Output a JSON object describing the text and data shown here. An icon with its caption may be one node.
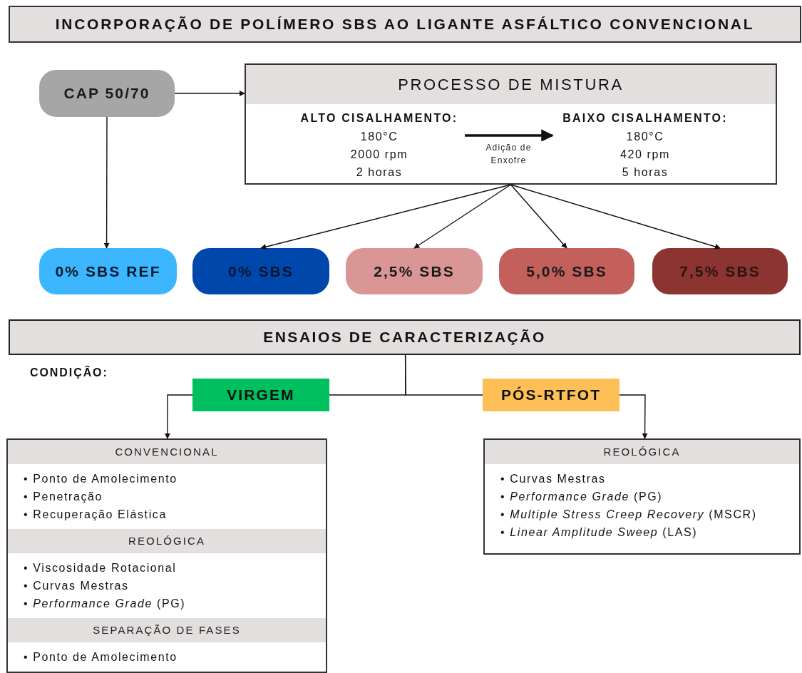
{
  "diagram": {
    "title": "INCORPORAÇÃO DE POLÍMERO SBS AO LIGANTE ASFÁLTICO CONVENCIONAL",
    "nodes": [
      {
        "text": [
          "CAP 50/70"
        ]
      },
      {
        "text": [
          "PROCESSO DE MISTURA"
        ]
      },
      {
        "text": [
          "ALTO CISALHAMENTO:",
          "180°C",
          "2000 rpm",
          "2 horas"
        ],
        "in": 1
      },
      {
        "text": [
          "BAIXO CISALHAMENTO:",
          "180°C",
          "420 rpm",
          "5 horas"
        ],
        "in": 1
      },
      {
        "text": [
          "0% SBS REF"
        ]
      },
      {
        "text": [
          "0% SBS"
        ]
      },
      {
        "text": [
          "2,5% SBS"
        ]
      },
      {
        "text": [
          "5,0% SBS"
        ]
      },
      {
        "text": [
          "7,5% SBS"
        ]
      },
      {
        "text": [
          "ENSAIOS DE CARACTERIZAÇÃO"
        ]
      },
      {
        "text": [
          "VIRGEM"
        ]
      },
      {
        "text": [
          "PÓS-RTFOT"
        ]
      },
      {
        "text": [],
        "shape": "box"
      },
      {
        "text": [
          "CONVENCIONAL",
          "• Ponto de Amolecimento",
          "• Penetração",
          "• Recuperação Elástica"
        ],
        "in": 12
      },
      {
        "text": [
          "REOLÓGICA",
          "• Viscosidade Rotacional",
          "• Curvas Mestras",
          "• *Performance Grade* (PG)"
        ],
        "in": 12
      },
      {
        "text": [
          "SEPARAÇÃO DE FASES",
          "• Ponto de Amolecimento"
        ],
        "in": 12
      },
      {
        "text": [],
        "shape": "box"
      },
      {
        "text": [
          "REOLÓGICA",
          "• Curvas Mestras",
          "• *Performance Grade* (PG)",
          "• *Multiple Stress Creep Recovery* (MSCR)",
          "• *Linear Amplitude Sweep* (LAS)"
        ],
        "in": 16
      }
    ],
    "edges": [
      {
        "from": 0,
        "to": 1,
        "arrow": "to"
      },
      {
        "from": 0,
        "to": 4,
        "arrow": "to"
      },
      {
        "from": 2,
        "to": 3,
        "arrow": "to",
        "label": "Adição de Enxofre",
        "style": "thick"
      },
      {
        "from": 1,
        "to": 5,
        "arrow": "to"
      },
      {
        "from": 1,
        "to": 6,
        "arrow": "to"
      },
      {
        "from": 1,
        "to": 7,
        "arrow": "to"
      },
      {
        "from": 1,
        "to": 8,
        "arrow": "to"
      },
      {
        "from": 9,
        "to": 10,
        "arrow": "none"
      },
      {
        "from": 9,
        "to": 11,
        "arrow": "none"
      },
      {
        "from": 10,
        "to": 12,
        "arrow": "to"
      },
      {
        "from": 11,
        "to": 16,
        "arrow": "to"
      }
    ],
    "labels": [
      "CONDIÇÃO:"
    ]
  }
}
